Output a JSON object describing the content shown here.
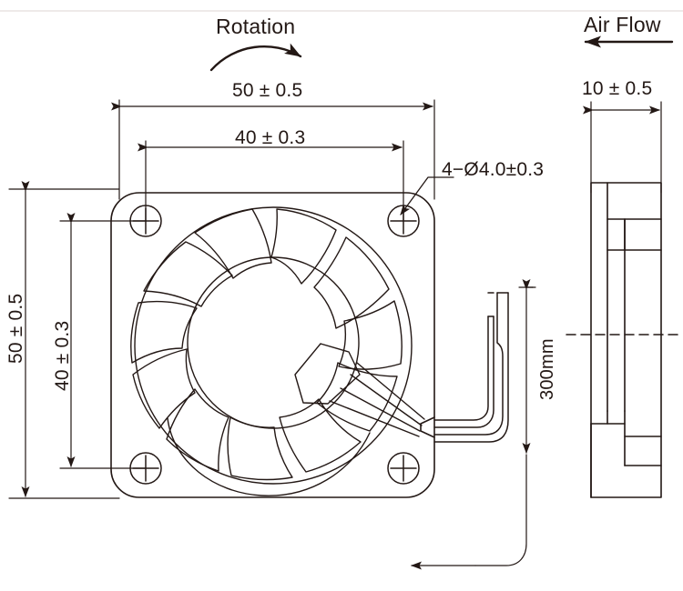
{
  "drawing": {
    "title": "Fan Outline Dimension Drawing",
    "line_color": "#231815",
    "background": "#ffffff",
    "annotations": {
      "rotation_label": "Rotation",
      "airflow_label": "Air Flow",
      "width_overall": "50 ± 0.5",
      "width_mounting": "40 ± 0.3",
      "height_overall": "50 ± 0.5",
      "height_mounting": "40 ± 0.3",
      "hole_callout": "4−Ø4.0±0.3",
      "depth": "10 ± 0.5",
      "cable_length": "300mm"
    },
    "views": {
      "front_view_name": "front-view",
      "side_view_name": "side-view"
    },
    "icons": {
      "rotation_arrow": "curved-arrow-icon",
      "airflow_arrow": "left-arrow-icon",
      "mounting_hole": "crosshair-hole-icon",
      "dimension_arrow": "dimension-arrow-icon",
      "centerline": "centerline-icon"
    }
  }
}
